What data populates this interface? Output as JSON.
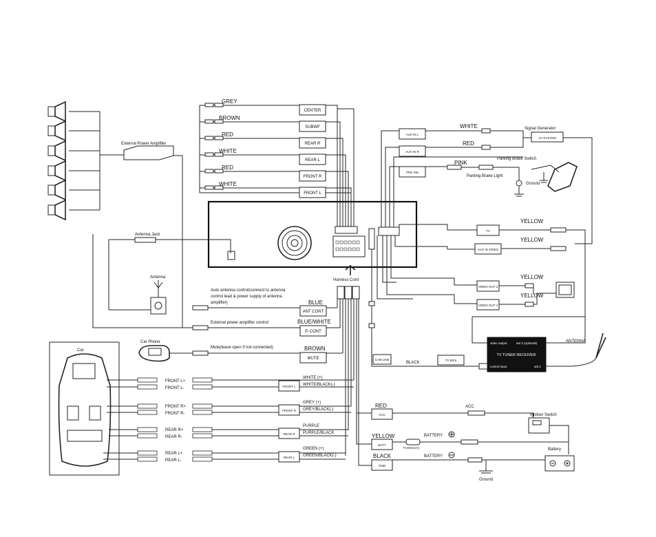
{
  "labels": {
    "ext_amp": "External Power Amplifier",
    "antenna_jack": "Antenna Jack",
    "antenna_left": "Antenna",
    "auto_antenna_1": "Auto antenna control(connect to antenna",
    "auto_antenna_2": "control lead  &  power supply of antenna",
    "auto_antenna_3": "amplifier)",
    "ext_amp_control": "External power amplifier control",
    "mute_note": "Mute(leave open if not connected)",
    "car_phone": "Car Phone",
    "car": "Car",
    "harness_cord": "Harness Cord",
    "signal_generator": "Signal  Generator",
    "av_system": "AV SYSTEM",
    "parking_brake_switch": "Parking Brake Switch",
    "parking_brake_light": "Parking Brake Light",
    "ground_top": "Ground",
    "antenna_right": "ANTENNA",
    "ignition_switch": "Ignition Switch",
    "battery": "Battery",
    "battery_pos": "BATTERY",
    "battery_neg": "BATTERY",
    "ground_bottom": "Ground",
    "fuse": "FUSE(10A)",
    "acc_label": "ACC",
    "black_wire": "BLACK"
  },
  "tuner": {
    "video_output": "video output",
    "ant2": "ant 2 (optional)",
    "title": "TV TUNER RECEIVER",
    "control_input": "control input",
    "ant1": "ant 1"
  },
  "top_outputs": [
    {
      "box": "CENTER",
      "wire": "GREY"
    },
    {
      "box": "SUBWF",
      "wire": "BROWN"
    },
    {
      "box": "REAR R",
      "wire": "RED"
    },
    {
      "box": "REAR L",
      "wire": "WHITE"
    },
    {
      "box": "FRONT R",
      "wire": "RED"
    },
    {
      "box": "FRONT L",
      "wire": "WHITE"
    }
  ],
  "right_top": [
    {
      "box": "AUX IN L",
      "wire": "WHITE"
    },
    {
      "box": "AUX IN R",
      "wire": "RED"
    },
    {
      "box": "PRK SW",
      "wire": "PINK"
    }
  ],
  "right_mid": [
    {
      "box": "TV",
      "wire": "YELLOW"
    },
    {
      "box": "AUX IN VIDEO",
      "wire": "YELLOW"
    },
    {
      "box": "VIDEO OUT 2",
      "wire": "YELLOW"
    },
    {
      "box": "VIDEO OUT 1",
      "wire": "YELLOW"
    }
  ],
  "left_controls": [
    {
      "box": "ANT CONT",
      "wire": "BLUE"
    },
    {
      "box": "P. CONT",
      "wire": "BLUE/WHITE"
    },
    {
      "box": "MUTE",
      "wire": "BROWN"
    }
  ],
  "tuner_wires": [
    {
      "box": "CAM LINE"
    },
    {
      "box": "TV BOX",
      "wire": "BLACK"
    }
  ],
  "speakers": [
    {
      "box": "FRONT L",
      "pos_wire": "WHITE      (+)",
      "neg_wire": "WHITE/BLACK(-)",
      "pos_label": "FRONT L+",
      "neg_label": "FRONT L-"
    },
    {
      "box": "FRONT R",
      "pos_wire": "GREY       (+)",
      "neg_wire": "GREY/BLACK(-)",
      "pos_label": "FRONT R+",
      "neg_label": "FRONT R-"
    },
    {
      "box": "REAR R",
      "pos_wire": "PURPLE",
      "neg_wire": "PURPLE/BLACK",
      "pos_label": "REAR R+",
      "neg_label": "REAR R-"
    },
    {
      "box": "REAR L",
      "pos_wire": "GREEN      (+)",
      "neg_wire": "GREEN/BLACK(-)",
      "pos_label": "REAR L+",
      "neg_label": "REAR L-"
    }
  ],
  "power": [
    {
      "box": "ACC",
      "wire": "RED"
    },
    {
      "box": "BATT",
      "wire": "YELLOW"
    },
    {
      "box": "GND",
      "wire": "BLACK"
    }
  ]
}
